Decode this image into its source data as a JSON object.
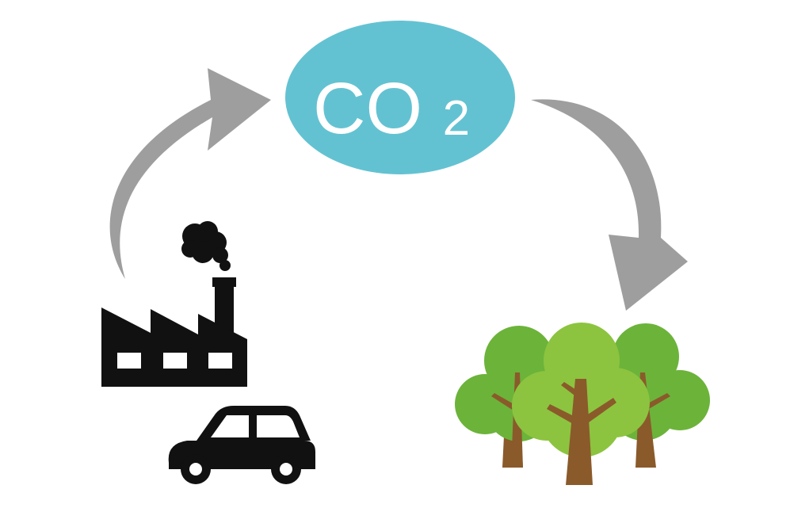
{
  "molecule": {
    "main": "CO",
    "subscript": "2",
    "bubble_color": "#63c2d2",
    "text_color": "#ffffff"
  },
  "arrows": {
    "color": "#9e9e9e",
    "emission_arrow": "arrow-from-factory-to-co2",
    "absorption_arrow": "arrow-from-co2-to-trees"
  },
  "sources": {
    "factory": {
      "icon": "factory-icon",
      "color": "#111111"
    },
    "car": {
      "icon": "car-icon",
      "color": "#111111"
    }
  },
  "sink": {
    "forest": {
      "icon": "trees-icon",
      "canopy_dark": "#6cb33a",
      "canopy_light": "#8cc43f",
      "trunk_color": "#8a5a2b"
    }
  }
}
